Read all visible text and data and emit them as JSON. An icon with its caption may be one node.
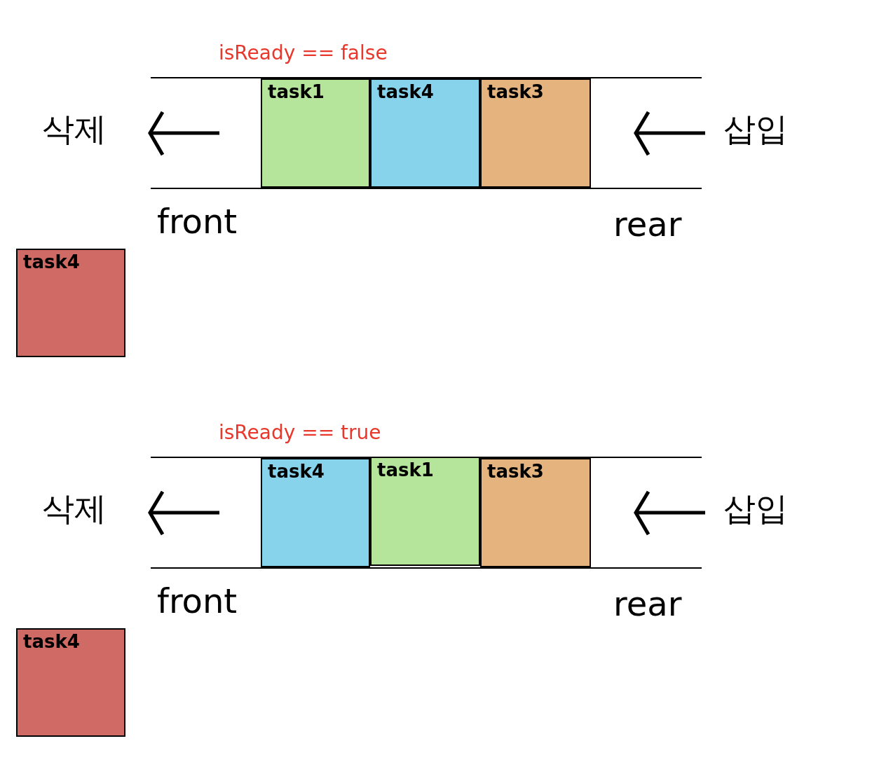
{
  "diagram": {
    "nodes": [
      {
        "text": [
          "task1"
        ]
      },
      {
        "text": [
          "task4"
        ]
      },
      {
        "text": [
          "task3"
        ]
      },
      {
        "text": [
          "task4"
        ]
      },
      {
        "text": [
          "task4"
        ]
      },
      {
        "text": [
          "task1"
        ]
      },
      {
        "text": [
          "task3"
        ]
      },
      {
        "text": [
          "task4"
        ]
      }
    ],
    "labels": [
      "isReady == false",
      "삭제",
      "삽입",
      "front",
      "rear",
      "isReady == true",
      "삭제",
      "삽입",
      "front",
      "rear"
    ]
  }
}
